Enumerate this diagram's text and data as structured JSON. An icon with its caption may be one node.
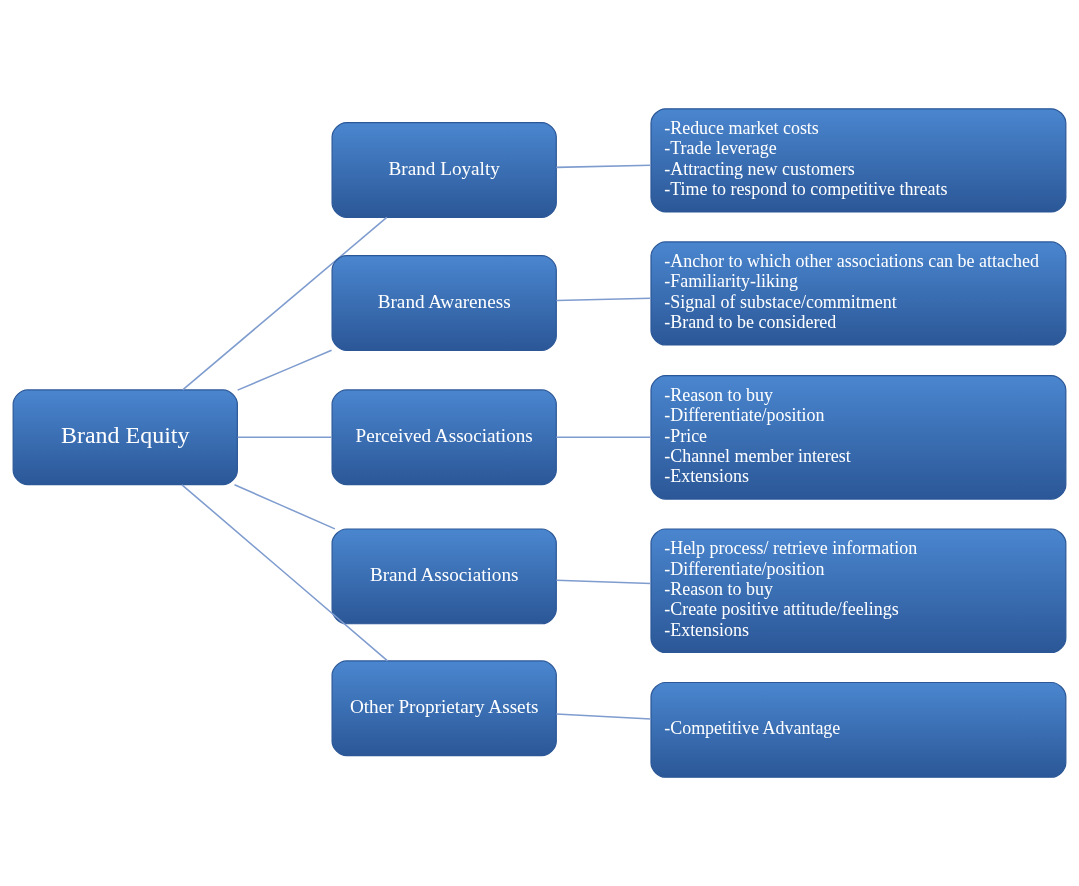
{
  "diagram": {
    "nodes": [
      {
        "text": [
          "Brand Equity"
        ]
      },
      {
        "text": [
          "Brand Loyalty"
        ]
      },
      {
        "text": [
          "Brand Awareness"
        ]
      },
      {
        "text": [
          "Perceived Associations"
        ]
      },
      {
        "text": [
          "Brand Associations"
        ]
      },
      {
        "text": [
          "Other Proprietary Assets"
        ]
      },
      {
        "text": [
          "-Reduce market costs",
          "-Trade leverage",
          "-Attracting new customers",
          "-Time to respond to competitive threats"
        ]
      },
      {
        "text": [
          "-Anchor to which other associations can be attached",
          "-Familiarity-liking",
          "-Signal of substace/commitment",
          "-Brand to be considered"
        ]
      },
      {
        "text": [
          "-Reason to buy",
          "-Differentiate/position",
          "-Price",
          "-Channel member interest",
          "-Extensions"
        ]
      },
      {
        "text": [
          "-Help process/ retrieve information",
          "-Differentiate/position",
          "-Reason to buy",
          "-Create positive attitude/feelings",
          "-Extensions"
        ]
      },
      {
        "text": [
          "-Competitive Advantage"
        ]
      }
    ],
    "edges": [
      {
        "from": 0,
        "to": 1,
        "arrow": "none"
      },
      {
        "from": 0,
        "to": 2,
        "arrow": "none"
      },
      {
        "from": 0,
        "to": 3,
        "arrow": "none"
      },
      {
        "from": 0,
        "to": 4,
        "arrow": "none"
      },
      {
        "from": 0,
        "to": 5,
        "arrow": "none"
      },
      {
        "from": 1,
        "to": 6,
        "arrow": "none"
      },
      {
        "from": 2,
        "to": 7,
        "arrow": "none"
      },
      {
        "from": 3,
        "to": 8,
        "arrow": "none"
      },
      {
        "from": 4,
        "to": 9,
        "arrow": "none"
      },
      {
        "from": 5,
        "to": 10,
        "arrow": "none"
      }
    ]
  }
}
